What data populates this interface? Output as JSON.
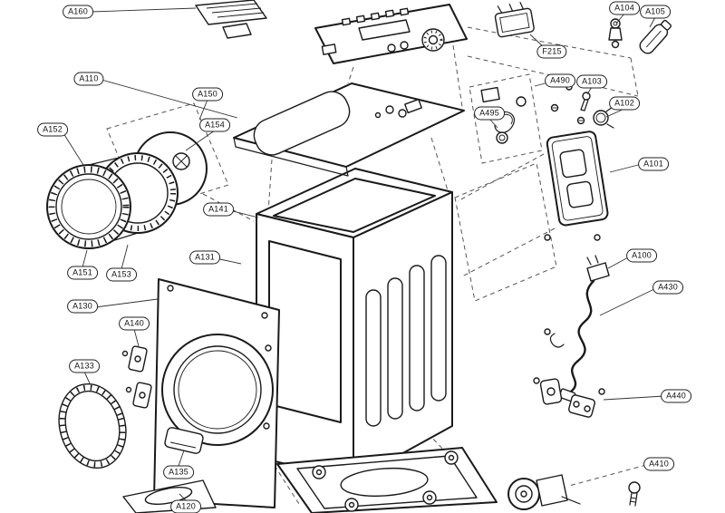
{
  "page": {
    "background": "#ffffff",
    "ink": "#1a1a1a"
  },
  "diagram": {
    "type": "exploded-parts-diagram",
    "labels": [
      {
        "id": "A160"
      },
      {
        "id": "A104"
      },
      {
        "id": "A105"
      },
      {
        "id": "F215"
      },
      {
        "id": "A110"
      },
      {
        "id": "A150"
      },
      {
        "id": "A490"
      },
      {
        "id": "A103"
      },
      {
        "id": "A154"
      },
      {
        "id": "A152"
      },
      {
        "id": "A495"
      },
      {
        "id": "A102"
      },
      {
        "id": "A101"
      },
      {
        "id": "A141"
      },
      {
        "id": "A131"
      },
      {
        "id": "A151"
      },
      {
        "id": "A153"
      },
      {
        "id": "A100"
      },
      {
        "id": "A130"
      },
      {
        "id": "A430"
      },
      {
        "id": "A140"
      },
      {
        "id": "A133"
      },
      {
        "id": "A440"
      },
      {
        "id": "A135"
      },
      {
        "id": "A410"
      },
      {
        "id": "A120"
      }
    ]
  }
}
